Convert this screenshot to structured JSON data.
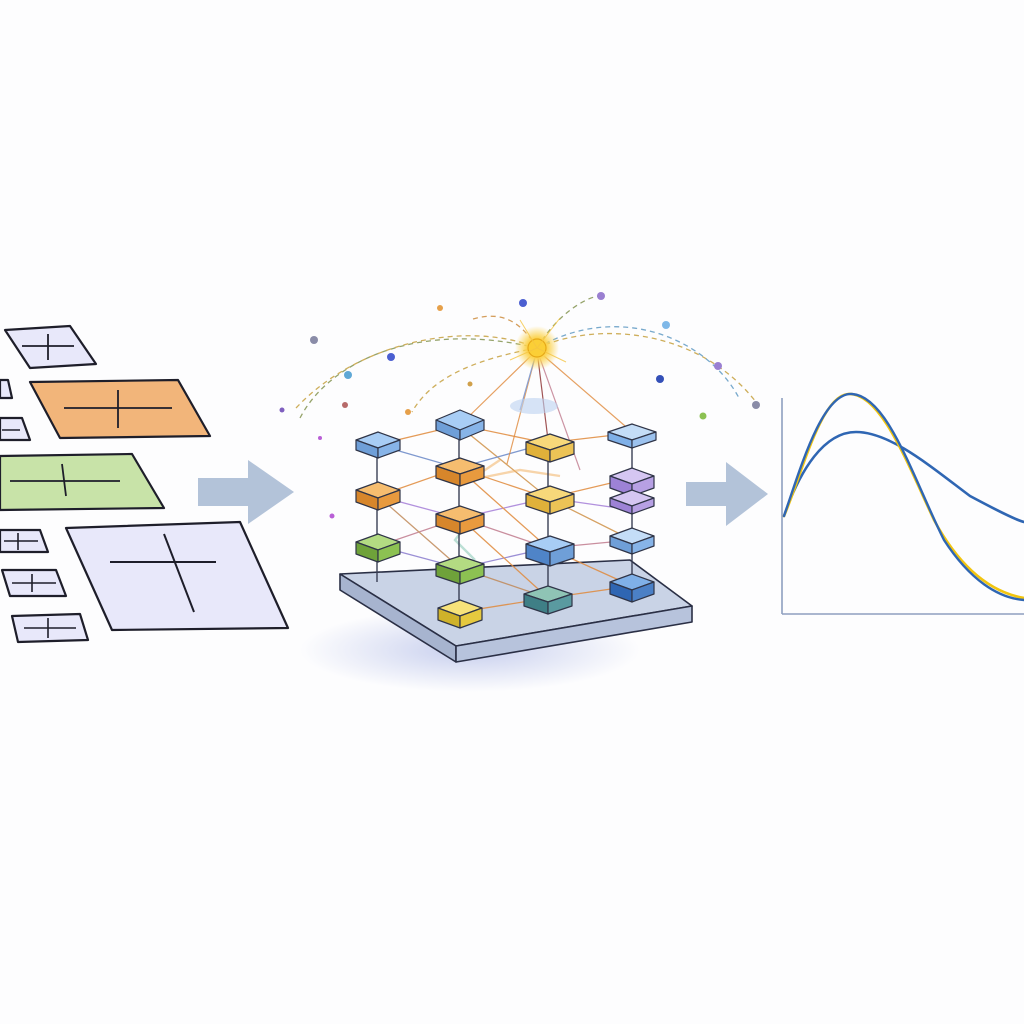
{
  "diagram": {
    "stages": [
      "input-forms",
      "network-processor",
      "output-curves"
    ],
    "colors": {
      "card_lavender": "#e8e8fa",
      "card_orange": "#f2b57a",
      "card_green": "#c8e3a8",
      "card_stroke": "#1e1e2a",
      "arrow": "#b3c3d9",
      "platform_top": "#c9d3e6",
      "node_blue": "#7fb0e8",
      "node_orange": "#f0a54a",
      "node_yellow": "#f2c94c",
      "node_green": "#8cc152",
      "node_purple": "#b9a2e6",
      "core_glow": "#fcd34d",
      "curve_blue": "#2f66b3",
      "curve_yellow": "#f2c50f"
    },
    "input_cards": [
      {
        "name": "input-card-small-1",
        "color": "lavender"
      },
      {
        "name": "input-card-orange",
        "color": "orange"
      },
      {
        "name": "input-card-green",
        "color": "green"
      },
      {
        "name": "input-card-large",
        "color": "lavender"
      },
      {
        "name": "input-card-tiny-1",
        "color": "lavender"
      },
      {
        "name": "input-card-tiny-2",
        "color": "lavender"
      },
      {
        "name": "input-card-tiny-3",
        "color": "lavender"
      }
    ],
    "output_curves": [
      {
        "name": "curve-blue-sharp",
        "color": "curve_blue"
      },
      {
        "name": "curve-yellow",
        "color": "curve_yellow"
      },
      {
        "name": "curve-blue-broad",
        "color": "curve_blue"
      }
    ]
  }
}
